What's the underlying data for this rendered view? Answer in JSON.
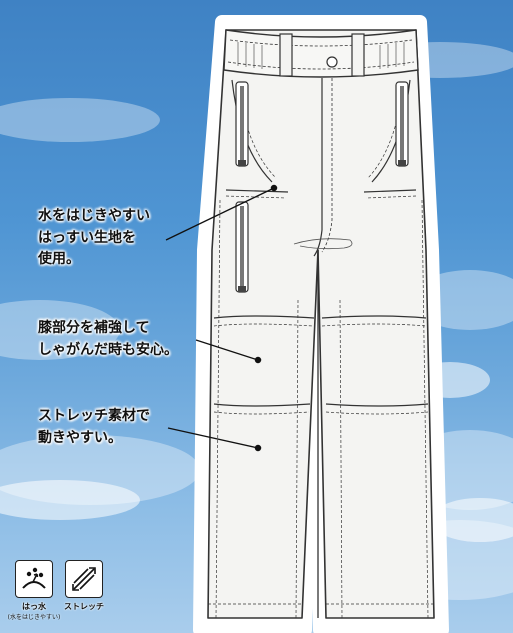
{
  "callouts": [
    {
      "lines": [
        "水をはじきやすい",
        "はっすい生地を",
        "使用。"
      ]
    },
    {
      "lines": [
        "膝部分を補強して",
        "しゃがんだ時も安心。"
      ]
    },
    {
      "lines": [
        "ストレッチ素材で",
        "動きやすい。"
      ]
    }
  ],
  "features": [
    {
      "icon": "water-repellent-icon",
      "label": "はっ水",
      "sub": "(水をはじきやすい)"
    },
    {
      "icon": "stretch-icon",
      "label": "ストレッチ",
      "sub": ""
    }
  ],
  "colors": {
    "sky": "#4f95d3",
    "garment": "#f4f4f2",
    "outline": "#333333"
  }
}
